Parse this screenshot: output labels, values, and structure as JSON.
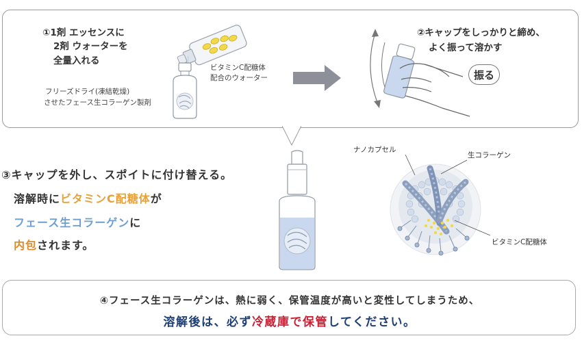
{
  "step1": {
    "line1": "①1剤 エッセンスに",
    "line2": "2剤 ウォーターを",
    "line3": "全量入れる",
    "note_line1": "フリーズドライ(凍結乾燥)",
    "note_line2": "させたフェース生コラーゲン製剤",
    "water_label_line1": "ビタミンC配糖体",
    "water_label_line2": "配合のウォーター"
  },
  "step2": {
    "line1": "②キャップをしっかりと締め、",
    "line2": "よく振って溶かす",
    "shake_label": "振る"
  },
  "step3": {
    "line1": "③キャップを外し、スポイトに付け替える。",
    "line2_pre": "溶解時に",
    "line2_highlight": "ビタミンC配糖体",
    "line2_post": "が",
    "line3_highlight": "フェース生コラーゲン",
    "line3_post": "に",
    "line4_highlight": "内包",
    "line4_post": "されます。"
  },
  "diagram_labels": {
    "nanocapsule": "ナノカプセル",
    "collagen": "生コラーゲン",
    "vitamin_c": "ビタミンC配糖体"
  },
  "step4": {
    "line1": "④フェース生コラーゲンは、熱に弱く、保管温度が高いと変性してしまうため、",
    "line2_pre": "溶解後は、必ず",
    "line2_highlight": "冷蔵庫で保管",
    "line2_post": "してください。"
  },
  "colors": {
    "highlight_orange": "#e8a138",
    "highlight_blue": "#6c9ecf",
    "warning_red": "#c72236",
    "navy": "#1f3f75"
  }
}
